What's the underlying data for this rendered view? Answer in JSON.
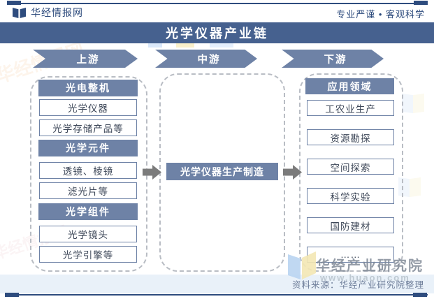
{
  "header": {
    "brand": "华经情报网",
    "slogan": "专业严谨 • 客观科学"
  },
  "title": "光学仪器产业链",
  "stages": [
    {
      "label": "上游"
    },
    {
      "label": "中游"
    },
    {
      "label": "下游"
    }
  ],
  "upstream": {
    "groups": [
      {
        "header": "光电整机",
        "items": [
          "光学仪器",
          "光学存储产品等"
        ]
      },
      {
        "header": "光学元件",
        "items": [
          "透镜、棱镜",
          "滤光片等"
        ]
      },
      {
        "header": "光学组件",
        "items": [
          "光学镜头",
          "光学引擎等"
        ]
      }
    ]
  },
  "midstream": {
    "label": "光学仪器生产制造"
  },
  "downstream": {
    "header": "应用领域",
    "items": [
      "工农业生产",
      "资源勘探",
      "空间探索",
      "科学实验",
      "国防建材",
      "……"
    ]
  },
  "watermark": {
    "brand": "华经产业研究院",
    "site": "www.huaon.com",
    "faint_text": "华经情报网"
  },
  "footer": {
    "source": "资料来源：华经产业研究院整理"
  },
  "colors": {
    "navy": "#2e4c7e",
    "title_bar_blue": "#46618f",
    "slate_blue": "#6e82a6",
    "box_border": "#6e82a6",
    "footer_bg": "#e9f1f9",
    "arrow_gray": "#7b7b7b"
  }
}
